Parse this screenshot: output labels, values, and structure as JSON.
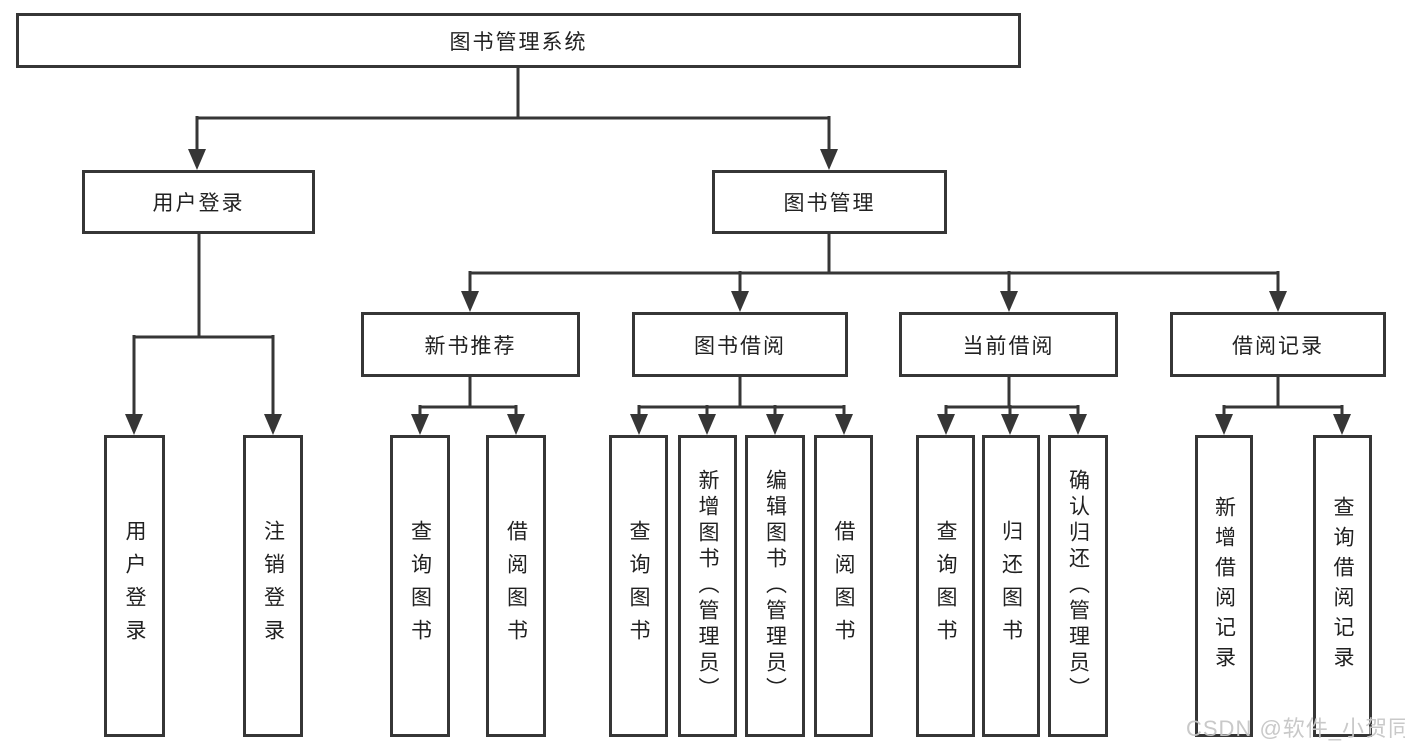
{
  "tree": {
    "label": "图书管理系统",
    "children": [
      {
        "label": "用户登录",
        "children": [
          {
            "label": "用户登录"
          },
          {
            "label": "注销登录"
          }
        ]
      },
      {
        "label": "图书管理",
        "children": [
          {
            "label": "新书推荐",
            "children": [
              {
                "label": "查询图书"
              },
              {
                "label": "借阅图书"
              }
            ]
          },
          {
            "label": "图书借阅",
            "children": [
              {
                "label": "查询图书"
              },
              {
                "label": "新增图书（管理员）"
              },
              {
                "label": "编辑图书（管理员）"
              },
              {
                "label": "借阅图书"
              }
            ]
          },
          {
            "label": "当前借阅",
            "children": [
              {
                "label": "查询图书"
              },
              {
                "label": "归还图书"
              },
              {
                "label": "确认归还（管理员）"
              }
            ]
          },
          {
            "label": "借阅记录",
            "children": [
              {
                "label": "新增借阅记录"
              },
              {
                "label": "查询借阅记录"
              }
            ]
          }
        ]
      }
    ]
  },
  "watermark": {
    "text": "CSDN @软件_小贺同学"
  },
  "colors": {
    "line": "#363636",
    "text": "#212121",
    "background": "#ffffff",
    "watermark": "#c6c6c6"
  }
}
